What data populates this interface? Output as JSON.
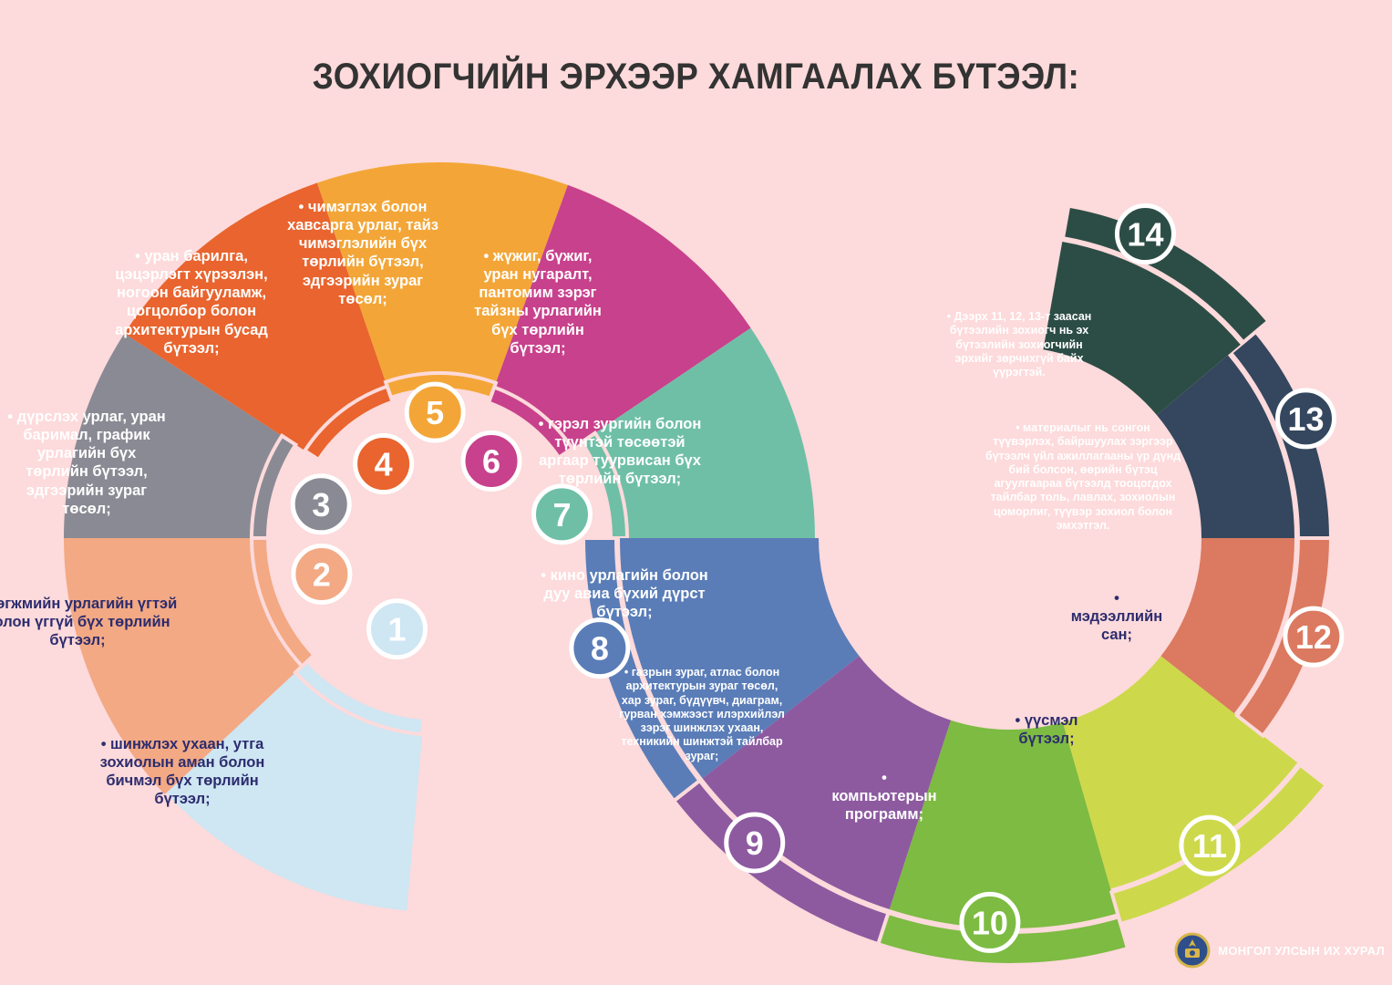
{
  "title": "ЗОХИОГЧИЙН ЭРХЭЭР ХАМГААЛАХ БҮТЭЭЛ:",
  "footer": {
    "organization": "МОНГОЛ УЛСЫН ИХ ХУРАЛ"
  },
  "colors": {
    "background": "#fddadb",
    "seg1": "#cfe6f3",
    "seg2": "#f3a984",
    "seg3": "#8a8a94",
    "seg4": "#e9642e",
    "seg5": "#f3a637",
    "seg6": "#c8418c",
    "seg7": "#6fbfa7",
    "seg8": "#5a7db8",
    "seg9": "#8d5aa0",
    "seg10": "#7dbb42",
    "seg11": "#cdd94a",
    "seg12": "#db7a60",
    "seg13": "#34475e",
    "seg14": "#2c4d45"
  },
  "segments": [
    {
      "number": "1",
      "text": "• шинжлэх ухаан, утга зохиолын аман болон бичмэл бүх төрлийн бүтээл;"
    },
    {
      "number": "2",
      "text": "• хөгжмийн урлагийн үгтэй болон үггүй бүх төрлийн бүтээл;"
    },
    {
      "number": "3",
      "text": "• дүрслэх урлаг, уран баримал, график урлагийн бүх төрлийн бүтээл, эдгээрийн зураг төсөл;"
    },
    {
      "number": "4",
      "text": "• уран барилга, цэцэрлэгт хүрээлэн, ногоон байгууламж, цогцолбор болон архитектурын бусад бүтээл;"
    },
    {
      "number": "5",
      "text": "• чимэглэх болон хавсарга урлаг, тайз чимэглэлийн бүх төрлийн бүтээл, эдгээрийн зураг төсөл;"
    },
    {
      "number": "6",
      "text": "• жүжиг, бүжиг, уран нугаралт, пантомим зэрэг тайзны урлагийн бүх төрлийн бүтээл;"
    },
    {
      "number": "7",
      "text": "• гэрэл зургийн болон түүнтэй төсөөтэй аргаар туурвисан бүх төрлийн бүтээл;"
    },
    {
      "number": "8",
      "text": "• кино урлагийн болон дуу авиа бүхий дүрст бүтээл;"
    },
    {
      "number": "9",
      "text": "• газрын зураг, атлас болон архитектурын зураг төсөл, хар зураг, бүдүүвч, диаграм, гурван хэмжээст илэрхийлэл зэрэг шинжлэх ухаан, техникийн шинжтэй тайлбар зураг;"
    },
    {
      "number": "10",
      "text": "• компьютерын программ;"
    },
    {
      "number": "11",
      "text": "• үүсмэл бүтээл;"
    },
    {
      "number": "12",
      "text": "• мэдээллийн сан;"
    },
    {
      "number": "13",
      "text": "• материалыг нь сонгон түүвэрлэх, байршуулах зэргээр бүтээлч үйл ажиллагааны үр дүнд бий болсон, өөрийн бүтэц агуулгаараа бүтээлд тооцогдох тайлбар толь, лавлах, зохиолын цоморлиг, түүвэр зохиол болон эмхэтгэл."
    },
    {
      "number": "14",
      "text": "• Дээрх 11, 12, 13-т заасан бүтээлийн зохиогч нь эх бүтээлийн зохиогчийн эрхийг зөрчихгүй байх үүрэгтэй."
    }
  ]
}
